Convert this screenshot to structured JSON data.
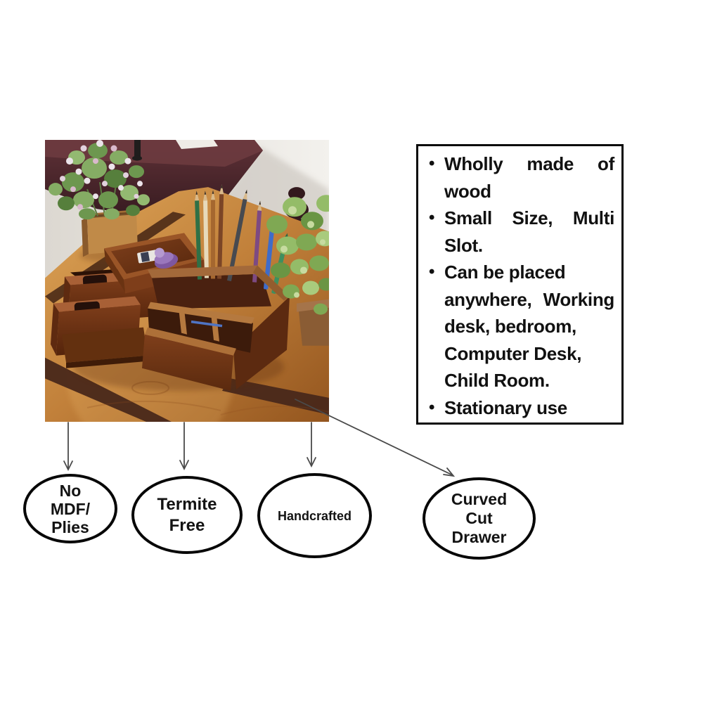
{
  "info_box": {
    "bullet": "•",
    "items": [
      {
        "text": "Wholly made of wood",
        "lines": [
          "Wholly made of",
          "wood"
        ]
      },
      {
        "text": "Small Size, Multi Slot.",
        "lines": [
          "Small Size, Multi",
          "Slot."
        ]
      },
      {
        "text": "Can be placed anywhere, Working desk, bedroom, Computer Desk, Child Room.",
        "lines": [
          "Can be placed",
          "anywhere, Working",
          "desk, bedroom,",
          "Computer Desk,",
          "Child Room."
        ]
      },
      {
        "text": "Stationary use",
        "lines": [
          "Stationary use"
        ]
      }
    ]
  },
  "features": [
    {
      "label": "No MDF/ Plies",
      "lines": [
        "No",
        "MDF/",
        "Plies"
      ]
    },
    {
      "label": "Termite Free",
      "lines": [
        "Termite",
        "Free"
      ]
    },
    {
      "label": "Handcrafted",
      "lines": [
        "Handcrafted"
      ]
    },
    {
      "label": "Curved Cut Drawer",
      "lines": [
        "Curved",
        "Cut",
        "Drawer"
      ]
    }
  ],
  "colors": {
    "background": "#ffffff",
    "outline": "#0a0a0a",
    "text": "#111111",
    "arrow": "#4a4a4a",
    "wall": "#e9e6e1",
    "dark_desk": "#4a2328",
    "table_wood": "#c1803a",
    "organizer_wood": "#7d3e1b",
    "plant_green": "#7fa853",
    "stamp_purple": "#8e6bb0"
  }
}
